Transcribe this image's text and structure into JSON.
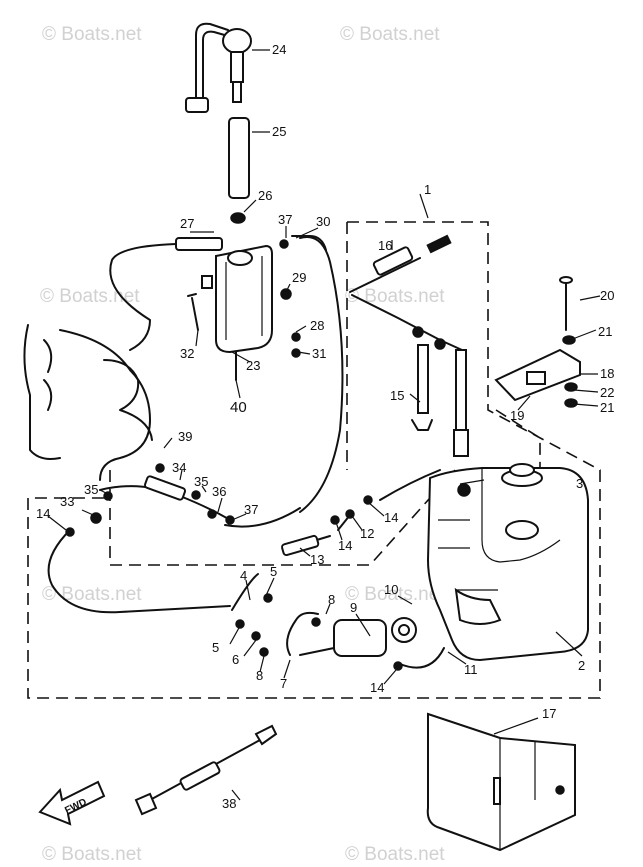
{
  "watermark": "© Boats.net",
  "direction_label": "FWD",
  "callouts": [
    "1",
    "2",
    "3",
    "4",
    "5",
    "5",
    "6",
    "7",
    "8",
    "8",
    "9",
    "10",
    "11",
    "12",
    "13",
    "14",
    "14",
    "14",
    "14",
    "15",
    "16",
    "17",
    "18",
    "19",
    "20",
    "21",
    "21",
    "22",
    "23",
    "24",
    "25",
    "26",
    "27",
    "28",
    "29",
    "30",
    "31",
    "32",
    "33",
    "34",
    "35",
    "35",
    "36",
    "37",
    "37",
    "38",
    "39",
    "40"
  ]
}
